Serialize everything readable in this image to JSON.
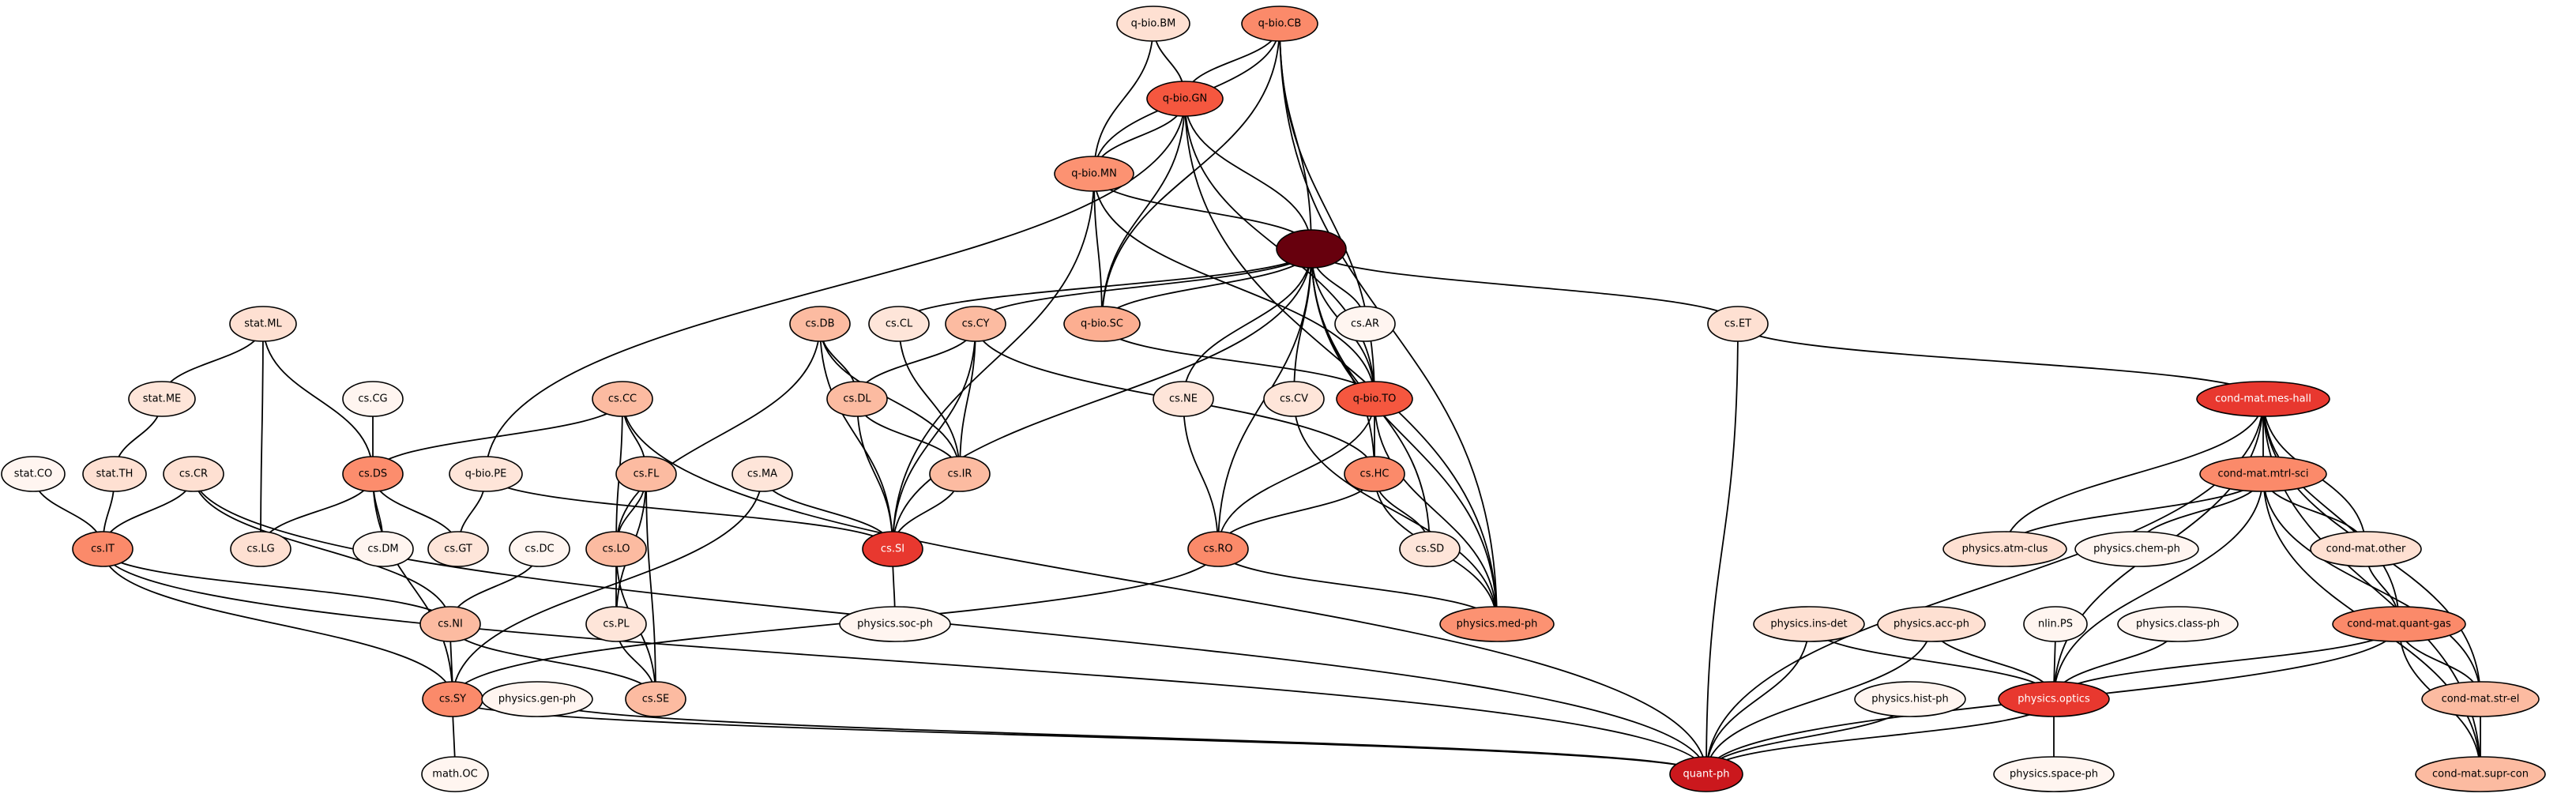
{
  "diagram": {
    "nodes": [
      {
        "id": "q-bio.BM",
        "label": "q-bio.BM",
        "fill": "#fee0d2"
      },
      {
        "id": "q-bio.CB",
        "label": "q-bio.CB",
        "fill": "#fb8a6a"
      },
      {
        "id": "q-bio.GN",
        "label": "q-bio.GN",
        "fill": "#f5573f"
      },
      {
        "id": "q-bio.MN",
        "label": "q-bio.MN",
        "fill": "#fc9272"
      },
      {
        "id": "hub",
        "label": "",
        "fill": "#67000d"
      },
      {
        "id": "q-bio.SC",
        "label": "q-bio.SC",
        "fill": "#fcae91"
      },
      {
        "id": "cs.CL",
        "label": "cs.CL",
        "fill": "#fee5d9"
      },
      {
        "id": "cs.CY",
        "label": "cs.CY",
        "fill": "#fcbba1"
      },
      {
        "id": "cs.AR",
        "label": "cs.AR",
        "fill": "#fff5f0"
      },
      {
        "id": "cs.ET",
        "label": "cs.ET",
        "fill": "#fee0d2"
      },
      {
        "id": "cs.DB",
        "label": "cs.DB",
        "fill": "#fcbba1"
      },
      {
        "id": "stat.ML",
        "label": "stat.ML",
        "fill": "#fee0d2"
      },
      {
        "id": "stat.ME",
        "label": "stat.ME",
        "fill": "#fee5d9"
      },
      {
        "id": "cs.CG",
        "label": "cs.CG",
        "fill": "#fff5f0"
      },
      {
        "id": "cs.CC",
        "label": "cs.CC",
        "fill": "#fcbba1"
      },
      {
        "id": "cs.DL",
        "label": "cs.DL",
        "fill": "#fcbba1"
      },
      {
        "id": "cs.NE",
        "label": "cs.NE",
        "fill": "#fee5d9"
      },
      {
        "id": "cs.CV",
        "label": "cs.CV",
        "fill": "#fee5d9"
      },
      {
        "id": "q-bio.TO",
        "label": "q-bio.TO",
        "fill": "#f5573f"
      },
      {
        "id": "cond-mat.mes-hall",
        "label": "cond-mat.mes-hall",
        "fill": "#e8382f"
      },
      {
        "id": "stat.TH",
        "label": "stat.TH",
        "fill": "#fee0d2"
      },
      {
        "id": "stat.CO",
        "label": "stat.CO",
        "fill": "#fff5f0"
      },
      {
        "id": "cs.CR",
        "label": "cs.CR",
        "fill": "#fee0d2"
      },
      {
        "id": "cs.DS",
        "label": "cs.DS",
        "fill": "#fc8d6d"
      },
      {
        "id": "q-bio.PE",
        "label": "q-bio.PE",
        "fill": "#fee5d9"
      },
      {
        "id": "cs.FL",
        "label": "cs.FL",
        "fill": "#fcbba1"
      },
      {
        "id": "cs.MA",
        "label": "cs.MA",
        "fill": "#fee5d9"
      },
      {
        "id": "cs.IR",
        "label": "cs.IR",
        "fill": "#fcbba1"
      },
      {
        "id": "cs.HC",
        "label": "cs.HC",
        "fill": "#fb8a6a"
      },
      {
        "id": "cond-mat.mtrl-sci",
        "label": "cond-mat.mtrl-sci",
        "fill": "#fb8a6a"
      },
      {
        "id": "cs.IT",
        "label": "cs.IT",
        "fill": "#fb8a6a"
      },
      {
        "id": "cs.LG",
        "label": "cs.LG",
        "fill": "#fee0d2"
      },
      {
        "id": "cs.DM",
        "label": "cs.DM",
        "fill": "#fff5f0"
      },
      {
        "id": "cs.GT",
        "label": "cs.GT",
        "fill": "#fee5d9"
      },
      {
        "id": "cs.DC",
        "label": "cs.DC",
        "fill": "#fff5f0"
      },
      {
        "id": "cs.LO",
        "label": "cs.LO",
        "fill": "#fcbba1"
      },
      {
        "id": "cs.SI",
        "label": "cs.SI",
        "fill": "#e8382f"
      },
      {
        "id": "cs.RO",
        "label": "cs.RO",
        "fill": "#fb8a6a"
      },
      {
        "id": "cs.SD",
        "label": "cs.SD",
        "fill": "#fee5d9"
      },
      {
        "id": "physics.atm-clus",
        "label": "physics.atm-clus",
        "fill": "#fee0d2"
      },
      {
        "id": "physics.chem-ph",
        "label": "physics.chem-ph",
        "fill": "#fff5f0"
      },
      {
        "id": "cond-mat.other",
        "label": "cond-mat.other",
        "fill": "#fee0d2"
      },
      {
        "id": "cs.NI",
        "label": "cs.NI",
        "fill": "#fcbba1"
      },
      {
        "id": "cs.PL",
        "label": "cs.PL",
        "fill": "#fee5d9"
      },
      {
        "id": "physics.soc-ph",
        "label": "physics.soc-ph",
        "fill": "#fff5f0"
      },
      {
        "id": "physics.med-ph",
        "label": "physics.med-ph",
        "fill": "#fc9272"
      },
      {
        "id": "physics.ins-det",
        "label": "physics.ins-det",
        "fill": "#fee0d2"
      },
      {
        "id": "physics.acc-ph",
        "label": "physics.acc-ph",
        "fill": "#fee0d2"
      },
      {
        "id": "nlin.PS",
        "label": "nlin.PS",
        "fill": "#fff5f0"
      },
      {
        "id": "physics.class-ph",
        "label": "physics.class-ph",
        "fill": "#fff5f0"
      },
      {
        "id": "cond-mat.quant-gas",
        "label": "cond-mat.quant-gas",
        "fill": "#fb8a6a"
      },
      {
        "id": "cs.SY",
        "label": "cs.SY",
        "fill": "#fb8a6a"
      },
      {
        "id": "physics.gen-ph",
        "label": "physics.gen-ph",
        "fill": "#fff5f0"
      },
      {
        "id": "cs.SE",
        "label": "cs.SE",
        "fill": "#fcbba1"
      },
      {
        "id": "physics.hist-ph",
        "label": "physics.hist-ph",
        "fill": "#fff5f0"
      },
      {
        "id": "physics.optics",
        "label": "physics.optics",
        "fill": "#e8382f"
      },
      {
        "id": "cond-mat.str-el",
        "label": "cond-mat.str-el",
        "fill": "#fcbba1"
      },
      {
        "id": "math.OC",
        "label": "math.OC",
        "fill": "#fff5f0"
      },
      {
        "id": "quant-ph",
        "label": "quant-ph",
        "fill": "#cb181d"
      },
      {
        "id": "physics.space-ph",
        "label": "physics.space-ph",
        "fill": "#fff5f0"
      },
      {
        "id": "cond-mat.supr-con",
        "label": "cond-mat.supr-con",
        "fill": "#fcbba1"
      }
    ],
    "edges": [
      [
        "q-bio.BM",
        "q-bio.GN"
      ],
      [
        "q-bio.BM",
        "q-bio.MN"
      ],
      [
        "q-bio.CB",
        "q-bio.GN"
      ],
      [
        "q-bio.CB",
        "q-bio.MN"
      ],
      [
        "q-bio.CB",
        "hub"
      ],
      [
        "q-bio.CB",
        "q-bio.SC"
      ],
      [
        "q-bio.CB",
        "q-bio.TO"
      ],
      [
        "q-bio.CB",
        "physics.med-ph"
      ],
      [
        "q-bio.GN",
        "q-bio.MN"
      ],
      [
        "q-bio.GN",
        "hub"
      ],
      [
        "q-bio.GN",
        "q-bio.SC"
      ],
      [
        "q-bio.GN",
        "q-bio.TO"
      ],
      [
        "q-bio.GN",
        "q-bio.PE"
      ],
      [
        "q-bio.GN",
        "physics.med-ph"
      ],
      [
        "q-bio.MN",
        "hub"
      ],
      [
        "q-bio.MN",
        "q-bio.SC"
      ],
      [
        "q-bio.MN",
        "cs.SI"
      ],
      [
        "q-bio.MN",
        "q-bio.TO"
      ],
      [
        "hub",
        "q-bio.SC"
      ],
      [
        "hub",
        "cs.CL"
      ],
      [
        "hub",
        "cs.CY"
      ],
      [
        "hub",
        "cs.AR"
      ],
      [
        "hub",
        "cs.ET"
      ],
      [
        "hub",
        "cs.NE"
      ],
      [
        "hub",
        "cs.CV"
      ],
      [
        "hub",
        "q-bio.TO"
      ],
      [
        "hub",
        "cs.HC"
      ],
      [
        "hub",
        "cs.SD"
      ],
      [
        "hub",
        "cs.RO"
      ],
      [
        "hub",
        "cs.SI"
      ],
      [
        "hub",
        "physics.med-ph"
      ],
      [
        "q-bio.SC",
        "q-bio.TO"
      ],
      [
        "cs.CL",
        "cs.IR"
      ],
      [
        "cs.CY",
        "cs.DL"
      ],
      [
        "cs.CY",
        "cs.IR"
      ],
      [
        "cs.CY",
        "cs.SI"
      ],
      [
        "cs.CY",
        "cs.HC"
      ],
      [
        "cs.ET",
        "cond-mat.mes-hall"
      ],
      [
        "cs.ET",
        "quant-ph"
      ],
      [
        "cs.DB",
        "cs.DL"
      ],
      [
        "cs.DB",
        "cs.IR"
      ],
      [
        "cs.DB",
        "cs.SI"
      ],
      [
        "cs.DB",
        "cs.LO"
      ],
      [
        "cs.DL",
        "cs.IR"
      ],
      [
        "cs.DL",
        "cs.SI"
      ],
      [
        "cs.IR",
        "cs.SI"
      ],
      [
        "stat.ML",
        "stat.ME"
      ],
      [
        "stat.ML",
        "cs.LG"
      ],
      [
        "stat.ML",
        "cs.DS"
      ],
      [
        "stat.ME",
        "stat.TH"
      ],
      [
        "stat.TH",
        "cs.IT"
      ],
      [
        "stat.CO",
        "cs.IT"
      ],
      [
        "cs.CG",
        "cs.DS"
      ],
      [
        "cs.CC",
        "cs.DS"
      ],
      [
        "cs.CC",
        "cs.LO"
      ],
      [
        "cs.CC",
        "cs.FL"
      ],
      [
        "cs.CC",
        "quant-ph"
      ],
      [
        "cs.NE",
        "cs.RO"
      ],
      [
        "cs.CV",
        "physics.med-ph"
      ],
      [
        "q-bio.TO",
        "cs.HC"
      ],
      [
        "q-bio.TO",
        "cs.RO"
      ],
      [
        "q-bio.TO",
        "physics.med-ph"
      ],
      [
        "cs.HC",
        "cs.RO"
      ],
      [
        "cs.HC",
        "cs.SD"
      ],
      [
        "cs.HC",
        "physics.med-ph"
      ],
      [
        "cs.RO",
        "physics.med-ph"
      ],
      [
        "cs.RO",
        "cs.SY"
      ],
      [
        "cs.CR",
        "cs.IT"
      ],
      [
        "cs.CR",
        "cs.NI"
      ],
      [
        "cs.CR",
        "quant-ph"
      ],
      [
        "cs.DS",
        "cs.LG"
      ],
      [
        "cs.DS",
        "cs.DM"
      ],
      [
        "cs.DS",
        "cs.GT"
      ],
      [
        "cs.DS",
        "cs.SY"
      ],
      [
        "q-bio.PE",
        "cs.GT"
      ],
      [
        "q-bio.PE",
        "cs.SI"
      ],
      [
        "cs.FL",
        "cs.LO"
      ],
      [
        "cs.FL",
        "cs.PL"
      ],
      [
        "cs.FL",
        "cs.SE"
      ],
      [
        "cs.LO",
        "cs.PL"
      ],
      [
        "cs.LO",
        "cs.SE"
      ],
      [
        "cs.PL",
        "cs.SE"
      ],
      [
        "cs.MA",
        "cs.SI"
      ],
      [
        "cs.MA",
        "cs.SY"
      ],
      [
        "cs.SI",
        "physics.soc-ph"
      ],
      [
        "cs.DC",
        "cs.NI"
      ],
      [
        "cs.IT",
        "cs.NI"
      ],
      [
        "cs.IT",
        "cs.SY"
      ],
      [
        "cs.IT",
        "quant-ph"
      ],
      [
        "cs.NI",
        "cs.SY"
      ],
      [
        "cs.NI",
        "cs.SE"
      ],
      [
        "cs.SY",
        "math.OC"
      ],
      [
        "cs.SY",
        "quant-ph"
      ],
      [
        "physics.gen-ph",
        "quant-ph"
      ],
      [
        "cond-mat.mes-hall",
        "cond-mat.mtrl-sci"
      ],
      [
        "cond-mat.mes-hall",
        "physics.atm-clus"
      ],
      [
        "cond-mat.mes-hall",
        "cond-mat.other"
      ],
      [
        "cond-mat.mes-hall",
        "cond-mat.quant-gas"
      ],
      [
        "cond-mat.mes-hall",
        "cond-mat.str-el"
      ],
      [
        "cond-mat.mes-hall",
        "cond-mat.supr-con"
      ],
      [
        "cond-mat.mes-hall",
        "physics.optics"
      ],
      [
        "cond-mat.mes-hall",
        "quant-ph"
      ],
      [
        "cond-mat.mtrl-sci",
        "physics.atm-clus"
      ],
      [
        "cond-mat.mtrl-sci",
        "physics.chem-ph"
      ],
      [
        "cond-mat.mtrl-sci",
        "cond-mat.other"
      ],
      [
        "cond-mat.mtrl-sci",
        "cond-mat.str-el"
      ],
      [
        "cond-mat.mtrl-sci",
        "cond-mat.supr-con"
      ],
      [
        "cond-mat.mtrl-sci",
        "physics.optics"
      ],
      [
        "cond-mat.other",
        "cond-mat.quant-gas"
      ],
      [
        "cond-mat.quant-gas",
        "cond-mat.str-el"
      ],
      [
        "cond-mat.quant-gas",
        "cond-mat.supr-con"
      ],
      [
        "cond-mat.quant-gas",
        "physics.optics"
      ],
      [
        "cond-mat.quant-gas",
        "quant-ph"
      ],
      [
        "cond-mat.str-el",
        "cond-mat.supr-con"
      ],
      [
        "physics.ins-det",
        "physics.optics"
      ],
      [
        "physics.ins-det",
        "quant-ph"
      ],
      [
        "physics.acc-ph",
        "physics.optics"
      ],
      [
        "physics.acc-ph",
        "quant-ph"
      ],
      [
        "nlin.PS",
        "physics.optics"
      ],
      [
        "physics.class-ph",
        "physics.optics"
      ],
      [
        "physics.hist-ph",
        "quant-ph"
      ],
      [
        "physics.optics",
        "quant-ph"
      ],
      [
        "physics.optics",
        "physics.space-ph"
      ]
    ]
  }
}
